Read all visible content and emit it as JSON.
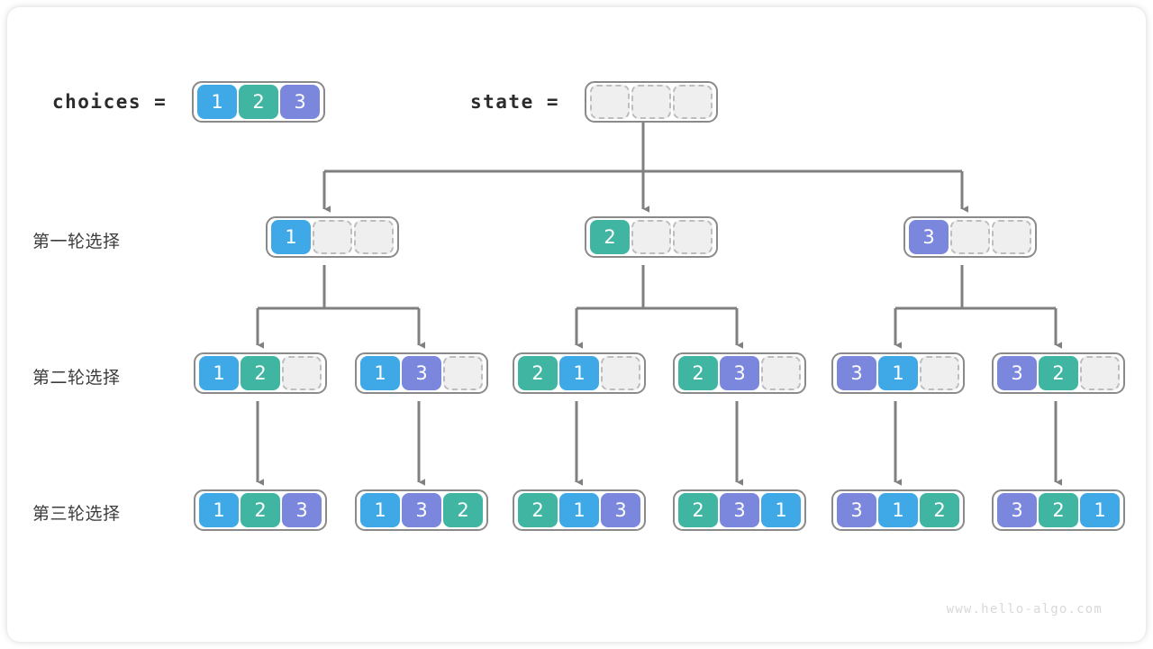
{
  "diagram": {
    "title_choices": "choices  =",
    "title_state": "state  =",
    "watermark": "www.hello-algo.com",
    "palette": {
      "blue": "#3fa9e8",
      "teal": "#40b5a2",
      "purple": "#7a87dd",
      "empty_fill": "#efefef",
      "empty_border": "#bdbdbd",
      "node_border": "#8a8a8a",
      "wire": "#808080",
      "text": "#3c3c3c"
    },
    "legend": {
      "choices": {
        "values": [
          1,
          2,
          3
        ]
      },
      "state": {
        "values": [
          null,
          null,
          null
        ]
      }
    },
    "rows": [
      {
        "label": "第一轮选择",
        "nodes": [
          {
            "values": [
              1,
              null,
              null
            ]
          },
          {
            "values": [
              2,
              null,
              null
            ]
          },
          {
            "values": [
              3,
              null,
              null
            ]
          }
        ]
      },
      {
        "label": "第二轮选择",
        "nodes": [
          {
            "values": [
              1,
              2,
              null
            ]
          },
          {
            "values": [
              1,
              3,
              null
            ]
          },
          {
            "values": [
              2,
              1,
              null
            ]
          },
          {
            "values": [
              2,
              3,
              null
            ]
          },
          {
            "values": [
              3,
              1,
              null
            ]
          },
          {
            "values": [
              3,
              2,
              null
            ]
          }
        ]
      },
      {
        "label": "第三轮选择",
        "nodes": [
          {
            "values": [
              1,
              2,
              3
            ]
          },
          {
            "values": [
              1,
              3,
              2
            ]
          },
          {
            "values": [
              2,
              1,
              3
            ]
          },
          {
            "values": [
              2,
              3,
              1
            ]
          },
          {
            "values": [
              3,
              1,
              2
            ]
          },
          {
            "values": [
              3,
              2,
              1
            ]
          }
        ]
      }
    ]
  }
}
